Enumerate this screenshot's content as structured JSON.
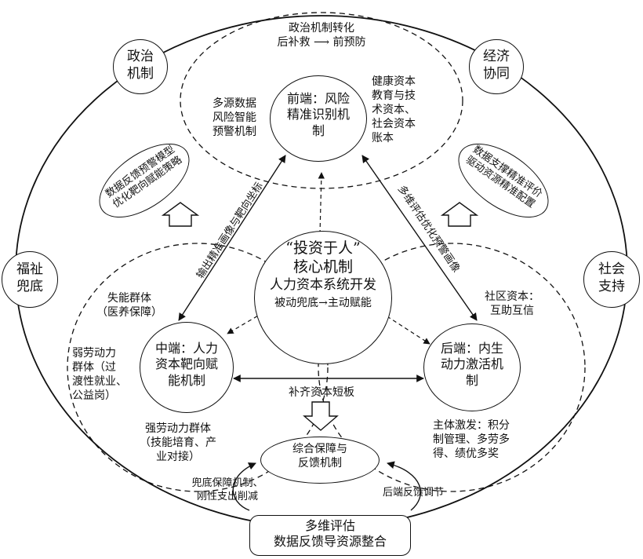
{
  "outer_nodes": {
    "top_left": [
      "政治",
      "机制"
    ],
    "top_right": [
      "经济",
      "协同"
    ],
    "left": [
      "福祉",
      "兜底"
    ],
    "right": [
      "社会",
      "支持"
    ]
  },
  "core": {
    "quote": "“投资于人”",
    "line2": "核心机制",
    "line3": "人力资本系统开发",
    "line4": "被动兜底→主动赋能"
  },
  "front": {
    "heading": [
      "前端：风险",
      "精准识别机",
      "制"
    ],
    "top_note": [
      "政治机制转化",
      "后补救 ⟶ 前预防"
    ],
    "left_note": [
      "多源数据",
      "风险智能",
      "预警机制"
    ],
    "right_note": [
      "健康资本",
      "教育与技",
      "术资本、",
      "社会资本",
      "账本"
    ]
  },
  "middle": {
    "heading": [
      "中端：人力",
      "资本靶向赋",
      "能机制"
    ],
    "note1": [
      "失能群体",
      "（医养保障）"
    ],
    "note2": [
      "弱劳动力",
      "群体（过",
      "渡性就业、",
      "公益岗）"
    ],
    "note3": [
      "强劳动力群体",
      "（技能培育、产",
      "业对接）"
    ]
  },
  "back": {
    "heading": [
      "后端：内生",
      "动力激活机",
      "制"
    ],
    "note1": [
      "社区资本：",
      "互助互信"
    ],
    "note2": [
      "主体激发：积分",
      "制管理、多劳多",
      "得、绩优多奖"
    ]
  },
  "left_ellipse": [
    "数据反馈预警模型",
    "优化靶向赋能策略"
  ],
  "right_ellipse": [
    "数据支撑精准评价",
    "驱动资源精准配置"
  ],
  "arrow_labels": {
    "left_diag": "输出精准画像与靶向坐标",
    "right_diag": "多维评估优化预警画像",
    "horizontal": "补齐资本短板"
  },
  "bottom": {
    "ellipse": [
      "综合保障与",
      "反馈机制"
    ],
    "left_note": [
      "兜底保障机制、",
      "刚性支出削减"
    ],
    "right_note": "后端反馈调节",
    "box": [
      "多维评估",
      "数据反馈导资源整合"
    ]
  }
}
